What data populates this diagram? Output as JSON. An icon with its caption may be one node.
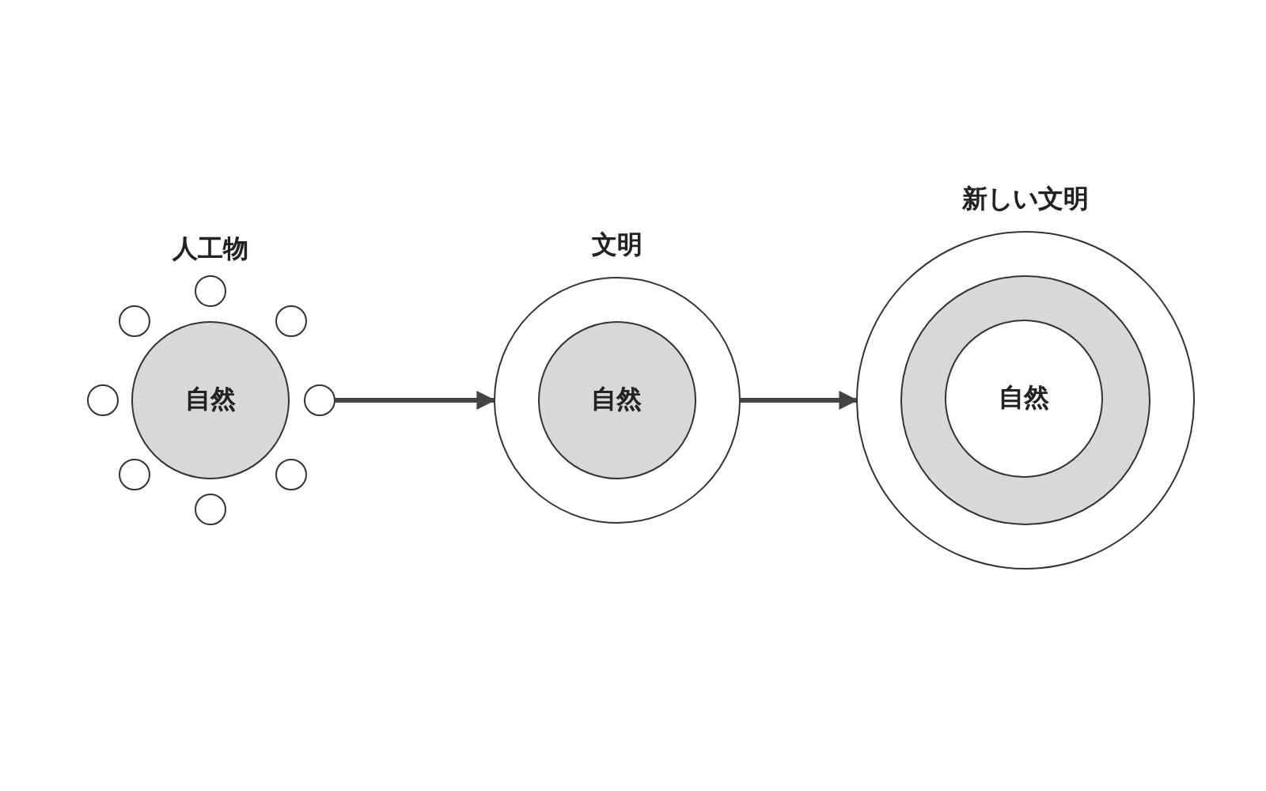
{
  "diagram": {
    "nodes": [
      {
        "text": [
          "自然"
        ]
      },
      {
        "text": [],
        "shape": "circle"
      },
      {
        "text": [],
        "shape": "circle"
      },
      {
        "text": [],
        "shape": "circle"
      },
      {
        "text": [],
        "shape": "circle"
      },
      {
        "text": [],
        "shape": "circle"
      },
      {
        "text": [],
        "shape": "circle"
      },
      {
        "text": [],
        "shape": "circle"
      },
      {
        "text": [],
        "shape": "circle"
      },
      {
        "text": [
          "文明"
        ]
      },
      {
        "text": [
          "自然"
        ],
        "in": 9
      },
      {
        "text": [
          "新しい文明"
        ]
      },
      {
        "text": [],
        "shape": "circle",
        "in": 11
      },
      {
        "text": [
          "自然"
        ],
        "in": 12
      }
    ],
    "edges": [
      {
        "from": 5,
        "to": 9,
        "arrow": "to"
      },
      {
        "from": 9,
        "to": 11,
        "arrow": "to"
      }
    ],
    "labels": [
      "人工物"
    ]
  }
}
